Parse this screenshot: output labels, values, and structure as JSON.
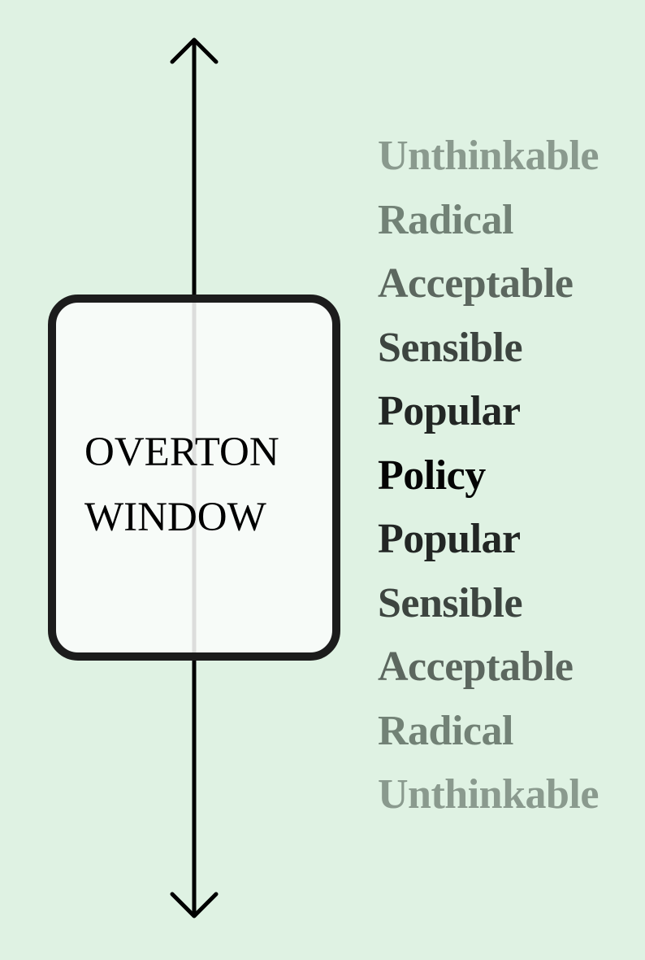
{
  "colors": {
    "background": "#dff2e3",
    "window_fill": "#fbfcfa",
    "window_border": "#1c1c1c",
    "axis": "#000000"
  },
  "window": {
    "line1": "OVERTON",
    "line2": "WINDOW"
  },
  "spectrum": [
    {
      "label": "Unthinkable",
      "color": "#8a9a8e"
    },
    {
      "label": "Radical",
      "color": "#728276"
    },
    {
      "label": "Acceptable",
      "color": "#5c675f"
    },
    {
      "label": "Sensible",
      "color": "#3d4540"
    },
    {
      "label": "Popular",
      "color": "#222624"
    },
    {
      "label": "Policy",
      "color": "#050505"
    },
    {
      "label": "Popular",
      "color": "#222624"
    },
    {
      "label": "Sensible",
      "color": "#3d4540"
    },
    {
      "label": "Acceptable",
      "color": "#5c675f"
    },
    {
      "label": "Radical",
      "color": "#728276"
    },
    {
      "label": "Unthinkable",
      "color": "#8a9a8e"
    }
  ]
}
